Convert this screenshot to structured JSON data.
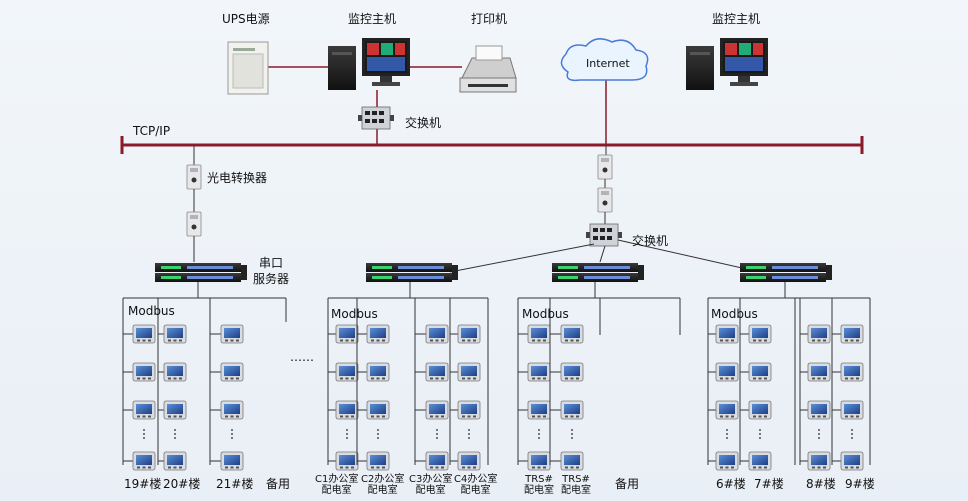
{
  "top": {
    "ups_label": "UPS电源",
    "host1_label": "监控主机",
    "printer_label": "打印机",
    "host2_label": "监控主机",
    "internet_label": "Internet",
    "switch_top_label": "交换机",
    "tcpip_label": "TCP/IP"
  },
  "mid": {
    "converter_label": "光电转换器",
    "switch_mid_label": "交换机",
    "serial_label_line1": "串口",
    "serial_label_line2": "服务器",
    "ellipsis": "……"
  },
  "groups": {
    "modbus": "Modbus",
    "g1": [
      "19#楼",
      "20#楼",
      "21#楼",
      "备用"
    ],
    "g2": [
      [
        "C1办公室",
        "配电室"
      ],
      [
        "C2办公室",
        "配电室"
      ],
      [
        "C3办公室",
        "配电室"
      ],
      [
        "C4办公室",
        "配电室"
      ]
    ],
    "g3": [
      [
        "TRS#",
        "配电室"
      ],
      [
        "TRS#",
        "配电室"
      ]
    ],
    "g3_spare": "备用",
    "g4": [
      "6#楼",
      "7#楼",
      "8#楼",
      "9#楼"
    ]
  },
  "colors": {
    "bus": "#8b1a2b",
    "line": "#333333",
    "meter": "#2b4fa8"
  }
}
